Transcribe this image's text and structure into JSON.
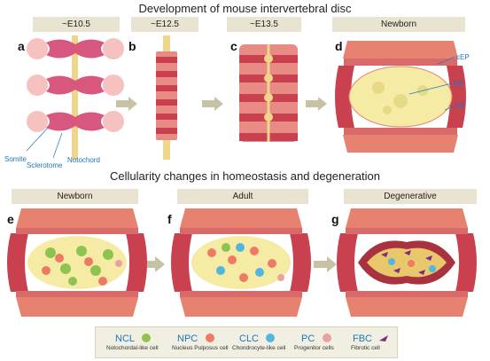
{
  "titles": {
    "top": "Development of mouse intervertebral disc",
    "bottom": "Cellularity changes in homeostasis and degeneration"
  },
  "stages_top": [
    "~E10.5",
    "~E12.5",
    "~E13.5",
    "Newborn"
  ],
  "stages_bottom": [
    "Newborn",
    "Adult",
    "Degenerative"
  ],
  "panel_letters": [
    "a",
    "b",
    "c",
    "d",
    "e",
    "f",
    "g"
  ],
  "labels_a": {
    "somite": "Somite",
    "sclerotome": "Sclerotome",
    "notochord": "Notochord"
  },
  "labels_d": {
    "cep": "cEP",
    "np": "NP",
    "af": "AF"
  },
  "legend": [
    {
      "abbr": "NCL",
      "name": "Notochordal-like cell",
      "color": "#8fc34f"
    },
    {
      "abbr": "NPC",
      "name": "Nucleus Pulposus cell",
      "color": "#ee7a64"
    },
    {
      "abbr": "CLC",
      "name": "Chondrocyte-like cell",
      "color": "#54b6de"
    },
    {
      "abbr": "PC",
      "name": "Progenitor cells",
      "color": "#e9a2a2"
    },
    {
      "abbr": "FBC",
      "name": "Fibrotic cell",
      "color": "#7e2a86"
    }
  ],
  "colors": {
    "stage_box": "#e8e4d1",
    "vertebra": "#e6826f",
    "disc_red": "#c9404f",
    "np_yellow": "#f5eba4",
    "notochord": "#f0d68a",
    "arrow": "#c8c2a4",
    "label_blue": "#1a77bf"
  }
}
